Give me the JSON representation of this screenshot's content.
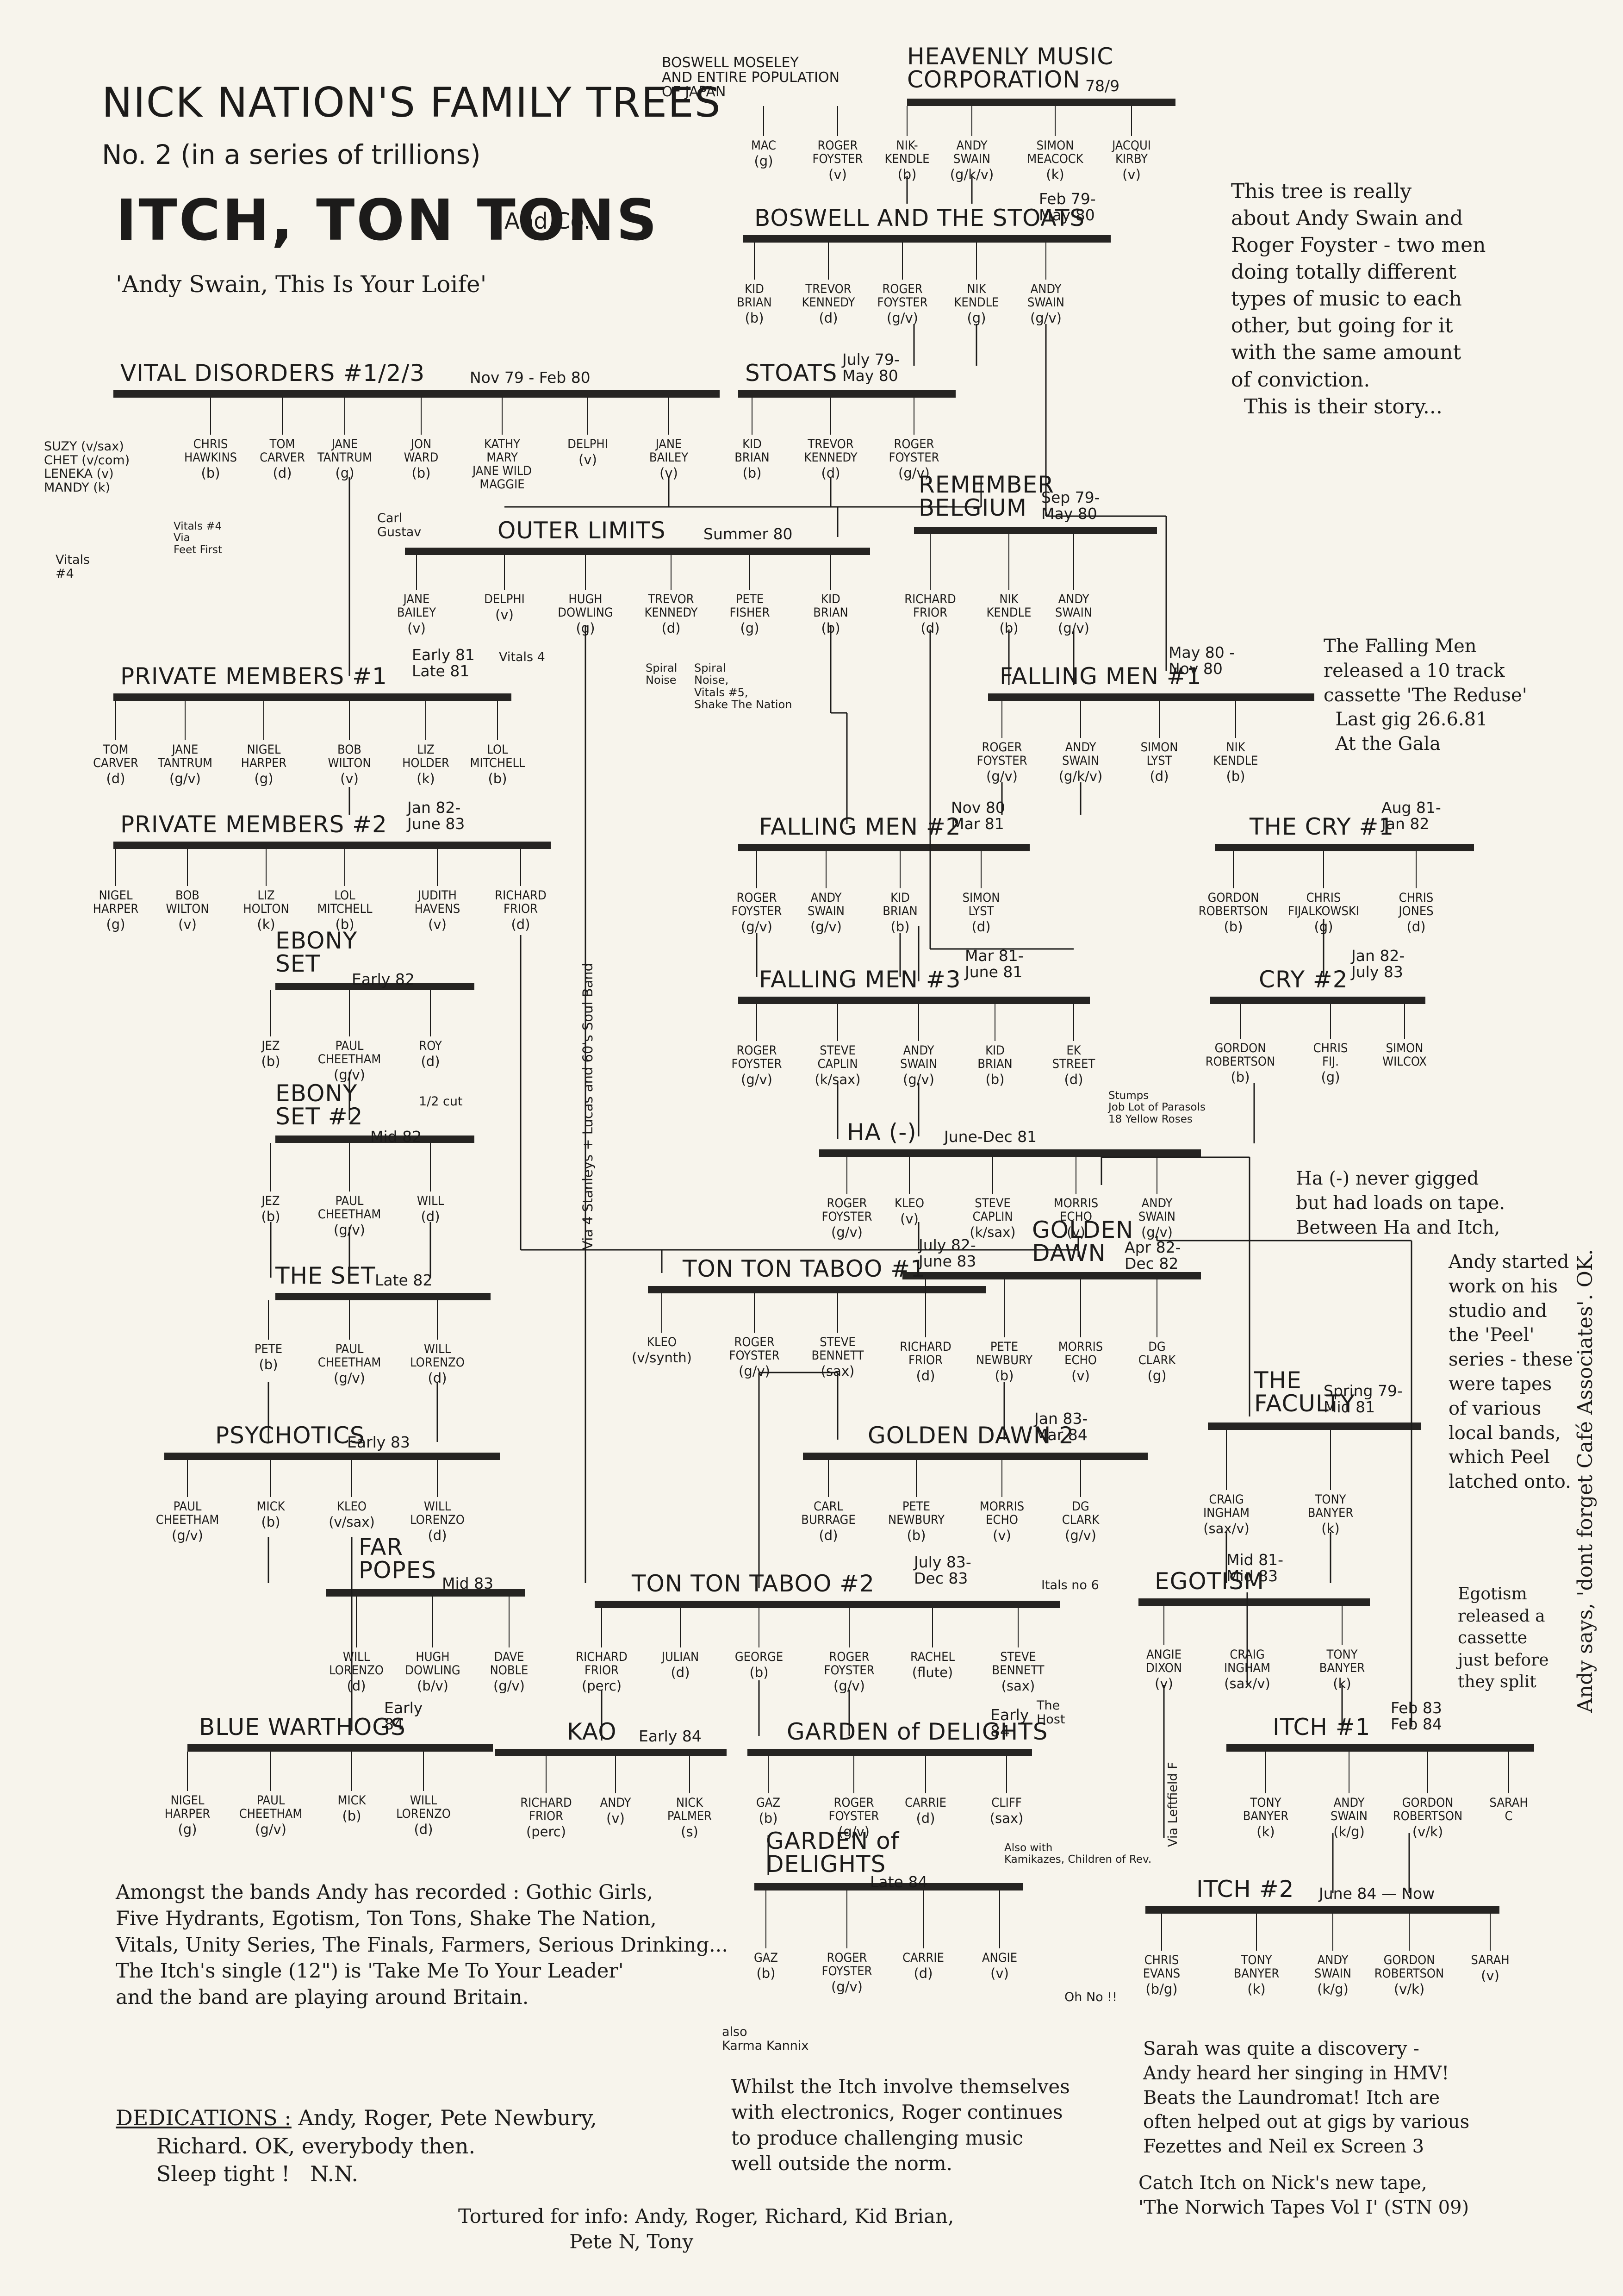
{
  "title": {
    "line1": "NICK NATION'S FAMILY TREES",
    "line2": "No. 2 (in a series of trillions)",
    "line3": "ITCH, TON TONS",
    "line3b": "And Co.",
    "line4": "'Andy Swain, This Is Your Loife'"
  },
  "credit": "BOSWELL MOSELEY\nAND ENTIRE POPULATION\nOF JAPAN",
  "bands": [
    {
      "id": "heavenly",
      "name": "HEAVENLY MUSIC\nCORPORATION",
      "dates": "78/9",
      "members": [
        {
          "name": "MAC",
          "role": "(g)"
        },
        {
          "name": "ROGER\nFOYSTER",
          "role": "(v)"
        },
        {
          "name": "NIK-\nKENDLE",
          "role": "(b)"
        },
        {
          "name": "ANDY\nSWAIN",
          "role": "(g/k/v)"
        },
        {
          "name": "SIMON\nMEACOCK",
          "role": "(k)"
        },
        {
          "name": "JACQUI\nKIRBY",
          "role": "(v)"
        }
      ]
    },
    {
      "id": "boswell",
      "name": "BOSWELL AND THE STOATS",
      "dates": "Feb 79-\nMay 80",
      "members": [
        {
          "name": "KID\nBRIAN",
          "role": "(b)"
        },
        {
          "name": "TREVOR\nKENNEDY",
          "role": "(d)"
        },
        {
          "name": "ROGER\nFOYSTER",
          "role": "(g/v)"
        },
        {
          "name": "NIK\nKENDLE",
          "role": "(g)"
        },
        {
          "name": "ANDY\nSWAIN",
          "role": "(g/v)"
        }
      ]
    },
    {
      "id": "vital",
      "name": "VITAL DISORDERS #1/2/3",
      "dates": "Nov 79 - Feb 80",
      "members": [
        {
          "name": "CHRIS\nHAWKINS",
          "role": "(b)"
        },
        {
          "name": "TOM\nCARVER",
          "role": "(d)"
        },
        {
          "name": "JANE\nTANTRUM",
          "role": "(g)"
        },
        {
          "name": "JON\nWARD",
          "role": "(b)"
        },
        {
          "name": "KATHY\nMARY\nJANE WILD\nMAGGIE",
          "role": ""
        },
        {
          "name": "DELPHI",
          "role": "(v)"
        },
        {
          "name": "JANE\nBAILEY",
          "role": "(v)"
        }
      ]
    },
    {
      "id": "stoats",
      "name": "STOATS",
      "dates": "July 79-\nMay 80",
      "members": [
        {
          "name": "KID\nBRIAN",
          "role": "(b)"
        },
        {
          "name": "TREVOR\nKENNEDY",
          "role": "(d)"
        },
        {
          "name": "ROGER\nFOYSTER",
          "role": "(g/v)"
        }
      ]
    },
    {
      "id": "outer",
      "name": "OUTER LIMITS",
      "dates": "Summer 80",
      "members": [
        {
          "name": "JANE\nBAILEY",
          "role": "(v)"
        },
        {
          "name": "DELPHI",
          "role": "(v)"
        },
        {
          "name": "HUGH\nDOWLING",
          "role": "(g)"
        },
        {
          "name": "TREVOR\nKENNEDY",
          "role": "(d)"
        },
        {
          "name": "PETE\nFISHER",
          "role": "(g)"
        },
        {
          "name": "KID\nBRIAN",
          "role": "(b)"
        }
      ]
    },
    {
      "id": "remember",
      "name": "REMEMBER\nBELGIUM",
      "dates": "Sep 79-\nMay 80",
      "members": [
        {
          "name": "RICHARD\nFRIOR",
          "role": "(d)"
        },
        {
          "name": "NIK\nKENDLE",
          "role": "(b)"
        },
        {
          "name": "ANDY\nSWAIN",
          "role": "(g/v)"
        }
      ]
    },
    {
      "id": "pm1",
      "name": "PRIVATE MEMBERS #1",
      "dates": "Early 81\nLate 81",
      "members": [
        {
          "name": "TOM\nCARVER",
          "role": "(d)"
        },
        {
          "name": "JANE\nTANTRUM",
          "role": "(g/v)"
        },
        {
          "name": "NIGEL\nHARPER",
          "role": "(g)"
        },
        {
          "name": "BOB\nWILTON",
          "role": "(v)"
        },
        {
          "name": "LIZ\nHOLDER",
          "role": "(k)"
        },
        {
          "name": "LOL\nMITCHELL",
          "role": "(b)"
        }
      ]
    },
    {
      "id": "fm1",
      "name": "FALLING MEN #1",
      "dates": "May 80 -\nNov 80",
      "members": [
        {
          "name": "ROGER\nFOYSTER",
          "role": "(g/v)"
        },
        {
          "name": "ANDY\nSWAIN",
          "role": "(g/k/v)"
        },
        {
          "name": "SIMON\nLYST",
          "role": "(d)"
        },
        {
          "name": "NIK\nKENDLE",
          "role": "(b)"
        }
      ]
    },
    {
      "id": "pm2",
      "name": "PRIVATE MEMBERS #2",
      "dates": "Jan 82-\nJune 83",
      "members": [
        {
          "name": "NIGEL\nHARPER",
          "role": "(g)"
        },
        {
          "name": "BOB\nWILTON",
          "role": "(v)"
        },
        {
          "name": "LIZ\nHOLTON",
          "role": "(k)"
        },
        {
          "name": "LOL\nMITCHELL",
          "role": "(b)"
        },
        {
          "name": "JUDITH\nHAVENS",
          "role": "(v)"
        },
        {
          "name": "RICHARD\nFRIOR",
          "role": "(d)"
        }
      ]
    },
    {
      "id": "fm2",
      "name": "FALLING MEN #2",
      "dates": "Nov 80\nMar 81",
      "members": [
        {
          "name": "ROGER\nFOYSTER",
          "role": "(g/v)"
        },
        {
          "name": "ANDY\nSWAIN",
          "role": "(g/v)"
        },
        {
          "name": "KID\nBRIAN",
          "role": "(b)"
        },
        {
          "name": "SIMON\nLYST",
          "role": "(d)"
        }
      ]
    },
    {
      "id": "cry1",
      "name": "THE CRY #1",
      "dates": "Aug 81-\nJan 82",
      "members": [
        {
          "name": "GORDON\nROBERTSON",
          "role": "(b)"
        },
        {
          "name": "CHRIS\nFIJALKOWSKI",
          "role": "(g)"
        },
        {
          "name": "CHRIS\nJONES",
          "role": "(d)"
        }
      ]
    },
    {
      "id": "ebony1",
      "name": "EBONY\nSET",
      "dates": "Early 82",
      "members": [
        {
          "name": "JEZ",
          "role": "(b)"
        },
        {
          "name": "PAUL\nCHEETHAM",
          "role": "(g/v)"
        },
        {
          "name": "ROY",
          "role": "(d)"
        }
      ]
    },
    {
      "id": "fm3",
      "name": "FALLING MEN #3",
      "dates": "Mar 81-\nJune 81",
      "members": [
        {
          "name": "ROGER\nFOYSTER",
          "role": "(g/v)"
        },
        {
          "name": "STEVE\nCAPLIN",
          "role": "(k/sax)"
        },
        {
          "name": "ANDY\nSWAIN",
          "role": "(g/v)"
        },
        {
          "name": "KID\nBRIAN",
          "role": "(b)"
        },
        {
          "name": "EK\nSTREET",
          "role": "(d)"
        }
      ]
    },
    {
      "id": "cry2",
      "name": "CRY #2",
      "dates": "Jan 82-\nJuly 83",
      "members": [
        {
          "name": "GORDON\nROBERTSON",
          "role": "(b)"
        },
        {
          "name": "CHRIS\nFIJ.",
          "role": "(g)"
        },
        {
          "name": "SIMON\nWILCOX",
          "role": ""
        }
      ]
    },
    {
      "id": "ebony2",
      "name": "EBONY\nSET #2",
      "dates": "Mid 82",
      "members": [
        {
          "name": "JEZ",
          "role": "(b)"
        },
        {
          "name": "PAUL\nCHEETHAM",
          "role": "(g/v)"
        },
        {
          "name": "WILL",
          "role": "(d)"
        }
      ]
    },
    {
      "id": "ha",
      "name": "HA (-)",
      "dates": "June-Dec 81",
      "members": [
        {
          "name": "ROGER\nFOYSTER",
          "role": "(g/v)"
        },
        {
          "name": "KLEO",
          "role": "(v)"
        },
        {
          "name": "STEVE\nCAPLIN",
          "role": "(k/sax)"
        },
        {
          "name": "MORRIS\nECHO",
          "role": "(v)"
        },
        {
          "name": "ANDY\nSWAIN",
          "role": "(g/v)"
        }
      ]
    },
    {
      "id": "theset",
      "name": "THE SET",
      "dates": "Late 82",
      "members": [
        {
          "name": "PETE",
          "role": "(b)"
        },
        {
          "name": "PAUL\nCHEETHAM",
          "role": "(g/v)"
        },
        {
          "name": "WILL\nLORENZO",
          "role": "(d)"
        }
      ]
    },
    {
      "id": "ttt1",
      "name": "TON TON TABOO #1",
      "dates": "July 82-\nJune 83",
      "members": [
        {
          "name": "KLEO",
          "role": "(v/synth)"
        },
        {
          "name": "ROGER\nFOYSTER",
          "role": "(g/v)"
        },
        {
          "name": "STEVE\nBENNETT",
          "role": "(sax)"
        }
      ]
    },
    {
      "id": "gd1",
      "name": "GOLDEN\nDAWN",
      "dates": "Apr 82-\nDec 82",
      "members": [
        {
          "name": "RICHARD\nFRIOR",
          "role": "(d)"
        },
        {
          "name": "PETE\nNEWBURY",
          "role": "(b)"
        },
        {
          "name": "MORRIS\nECHO",
          "role": "(v)"
        },
        {
          "name": "DG\nCLARK",
          "role": "(g)"
        }
      ]
    },
    {
      "id": "psych",
      "name": "PSYCHOTICS",
      "dates": "Early 83",
      "members": [
        {
          "name": "PAUL\nCHEETHAM",
          "role": "(g/v)"
        },
        {
          "name": "MICK",
          "role": "(b)"
        },
        {
          "name": "KLEO",
          "role": "(v/sax)"
        },
        {
          "name": "WILL\nLORENZO",
          "role": "(d)"
        }
      ]
    },
    {
      "id": "gd2",
      "name": "GOLDEN DAWN 2",
      "dates": "Jan 83-\nMar 84",
      "members": [
        {
          "name": "CARL\nBURRAGE",
          "role": "(d)"
        },
        {
          "name": "PETE\nNEWBURY",
          "role": "(b)"
        },
        {
          "name": "MORRIS\nECHO",
          "role": "(v)"
        },
        {
          "name": "DG\nCLARK",
          "role": "(g/v)"
        }
      ]
    },
    {
      "id": "faculty",
      "name": "THE\nFACULTY",
      "dates": "Spring 79-\nMid 81",
      "members": [
        {
          "name": "CRAIG\nINGHAM",
          "role": "(sax/v)"
        },
        {
          "name": "TONY\nBANYER",
          "role": "(k)"
        }
      ]
    },
    {
      "id": "farpopes",
      "name": "FAR\nPOPES",
      "dates": "Mid 83",
      "members": [
        {
          "name": "WILL\nLORENZO",
          "role": "(d)"
        },
        {
          "name": "HUGH\nDOWLING",
          "role": "(b/v)"
        },
        {
          "name": "DAVE\nNOBLE",
          "role": "(g/v)"
        }
      ]
    },
    {
      "id": "ttt2",
      "name": "TON TON TABOO #2",
      "dates": "July 83-\nDec 83",
      "members": [
        {
          "name": "RICHARD\nFRIOR",
          "role": "(perc)"
        },
        {
          "name": "JULIAN",
          "role": "(d)"
        },
        {
          "name": "GEORGE",
          "role": "(b)"
        },
        {
          "name": "ROGER\nFOYSTER",
          "role": "(g/v)"
        },
        {
          "name": "RACHEL",
          "role": "(flute)"
        },
        {
          "name": "STEVE\nBENNETT",
          "role": "(sax)"
        }
      ]
    },
    {
      "id": "egotism",
      "name": "EGOTISM",
      "dates": "Mid 81-\nMid 83",
      "members": [
        {
          "name": "ANGIE\nDIXON",
          "role": "(v)"
        },
        {
          "name": "CRAIG\nINGHAM",
          "role": "(sax/v)"
        },
        {
          "name": "TONY\nBANYER",
          "role": "(k)"
        }
      ]
    },
    {
      "id": "blue",
      "name": "BLUE WARTHOGS",
      "dates": "Early\n84",
      "members": [
        {
          "name": "NIGEL\nHARPER",
          "role": "(g)"
        },
        {
          "name": "PAUL\nCHEETHAM",
          "role": "(g/v)"
        },
        {
          "name": "MICK",
          "role": "(b)"
        },
        {
          "name": "WILL\nLORENZO",
          "role": "(d)"
        }
      ]
    },
    {
      "id": "kao",
      "name": "KAO",
      "dates": "Early 84",
      "members": [
        {
          "name": "RICHARD\nFRIOR",
          "role": "(perc)"
        },
        {
          "name": "ANDY",
          "role": "(v)"
        },
        {
          "name": "NICK\nPALMER",
          "role": "(s)"
        }
      ]
    },
    {
      "id": "garden1",
      "name": "GARDEN of DELIGHTS",
      "dates": "Early\n84",
      "members": [
        {
          "name": "GAZ",
          "role": "(b)"
        },
        {
          "name": "ROGER\nFOYSTER",
          "role": "(g/v)"
        },
        {
          "name": "CARRIE",
          "role": "(d)"
        },
        {
          "name": "CLIFF",
          "role": "(sax)"
        }
      ]
    },
    {
      "id": "itch1",
      "name": "ITCH #1",
      "dates": "Feb 83\nFeb 84",
      "members": [
        {
          "name": "TONY\nBANYER",
          "role": "(k)"
        },
        {
          "name": "ANDY\nSWAIN",
          "role": "(k/g)"
        },
        {
          "name": "GORDON\nROBERTSON",
          "role": "(v/k)"
        },
        {
          "name": "SARAH\nC",
          "role": ""
        }
      ]
    },
    {
      "id": "garden2",
      "name": "GARDEN of\nDELIGHTS",
      "dates": "Late 84",
      "members": [
        {
          "name": "GAZ",
          "role": "(b)"
        },
        {
          "name": "ROGER\nFOYSTER",
          "role": "(g/v)"
        },
        {
          "name": "CARRIE",
          "role": "(d)"
        },
        {
          "name": "ANGIE",
          "role": "(v)"
        }
      ]
    },
    {
      "id": "itch2",
      "name": "ITCH #2",
      "dates": "June 84 — Now",
      "members": [
        {
          "name": "CHRIS\nEVANS",
          "role": "(b/g)"
        },
        {
          "name": "TONY\nBANYER",
          "role": "(k)"
        },
        {
          "name": "ANDY\nSWAIN",
          "role": "(k/g)"
        },
        {
          "name": "GORDON\nROBERTSON",
          "role": "(v/k)"
        },
        {
          "name": "SARAH",
          "role": "(v)"
        }
      ]
    }
  ],
  "side_members": {
    "vital_left": "SUZY (v/sax)\nCHET (v/com)\nLENEKA (v)\nMANDY (k)",
    "vitals4": "Vitals\n#4",
    "hawkins_note": "Vitals #4\nVia\nFeet First",
    "carl": "Carl\nGustav",
    "delphi_v4": "Vitals 4",
    "spiral1": "Spiral\nNoise",
    "spiral2": "Spiral\nNoise,\nVitals #5,\nShake The Nation",
    "halfcut": "1/2 cut",
    "stumps": "Stumps\nJob Lot of Parasols\n18 Yellow Roses",
    "vertical_soul": "Via 4 Stanleys + Lucas and 60's Soul Band",
    "itals": "Itals no 6",
    "thehost": "The\nHost",
    "alsowith": "Also with\nKamikazes, Children of Rev.",
    "vialeftfield": "Via Leftfield F",
    "ohno": "Oh No !!",
    "karma": "also\nKarma Kannix"
  },
  "notes": {
    "story": "This tree is really\nabout Andy Swain and\nRoger Foyster - two men\ndoing totally different\ntypes of music to each\nother, but going for it\nwith the same amount\nof conviction.\n  This is their story...",
    "falling": "The Falling Men\nreleased a 10 track\ncassette 'The Reduse'\n  Last gig 26.6.81\n  At the Gala",
    "ha": "Ha (-) never gigged\nbut had loads on tape.\nBetween Ha and Itch,",
    "andy": "Andy started\nwork on his\nstudio and\nthe 'Peel'\nseries - these\nwere tapes\nof various\nlocal bands,\nwhich Peel\nlatched onto.",
    "egotism": "Egotism\nreleased a\ncassette\njust before\nthey split",
    "okay": "Andy says, 'dont forget Café Associates'. OK.",
    "recorded": "Amongst the bands Andy has recorded : Gothic Girls,\nFive Hydrants, Egotism, Ton Tons, Shake The Nation,\nVitals, Unity Series, The Finals, Farmers, Serious Drinking...\nThe Itch's single (12\") is 'Take Me To Your Leader'\nand the band are playing around Britain.",
    "dedications_label": "DEDICATIONS :",
    "dedications_body": " Andy, Roger, Pete Newbury,\n      Richard. OK, everybody then.\n      Sleep tight !   N.N.",
    "itch_electronics": "Whilst the Itch involve themselves\nwith electronics, Roger continues\nto produce challenging music\nwell outside the norm.",
    "sarah": "Sarah was quite a discovery -\nAndy heard her singing in HMV!\nBeats the Laundromat! Itch are\noften helped out at gigs by various\nFezettes and Neil ex Screen 3",
    "tortured": "Tortured for info: Andy, Roger, Richard, Kid Brian,\n                  Pete N, Tony",
    "catch": "Catch Itch on Nick's new tape,\n'The Norwich Tapes Vol I' (STN 09)"
  }
}
